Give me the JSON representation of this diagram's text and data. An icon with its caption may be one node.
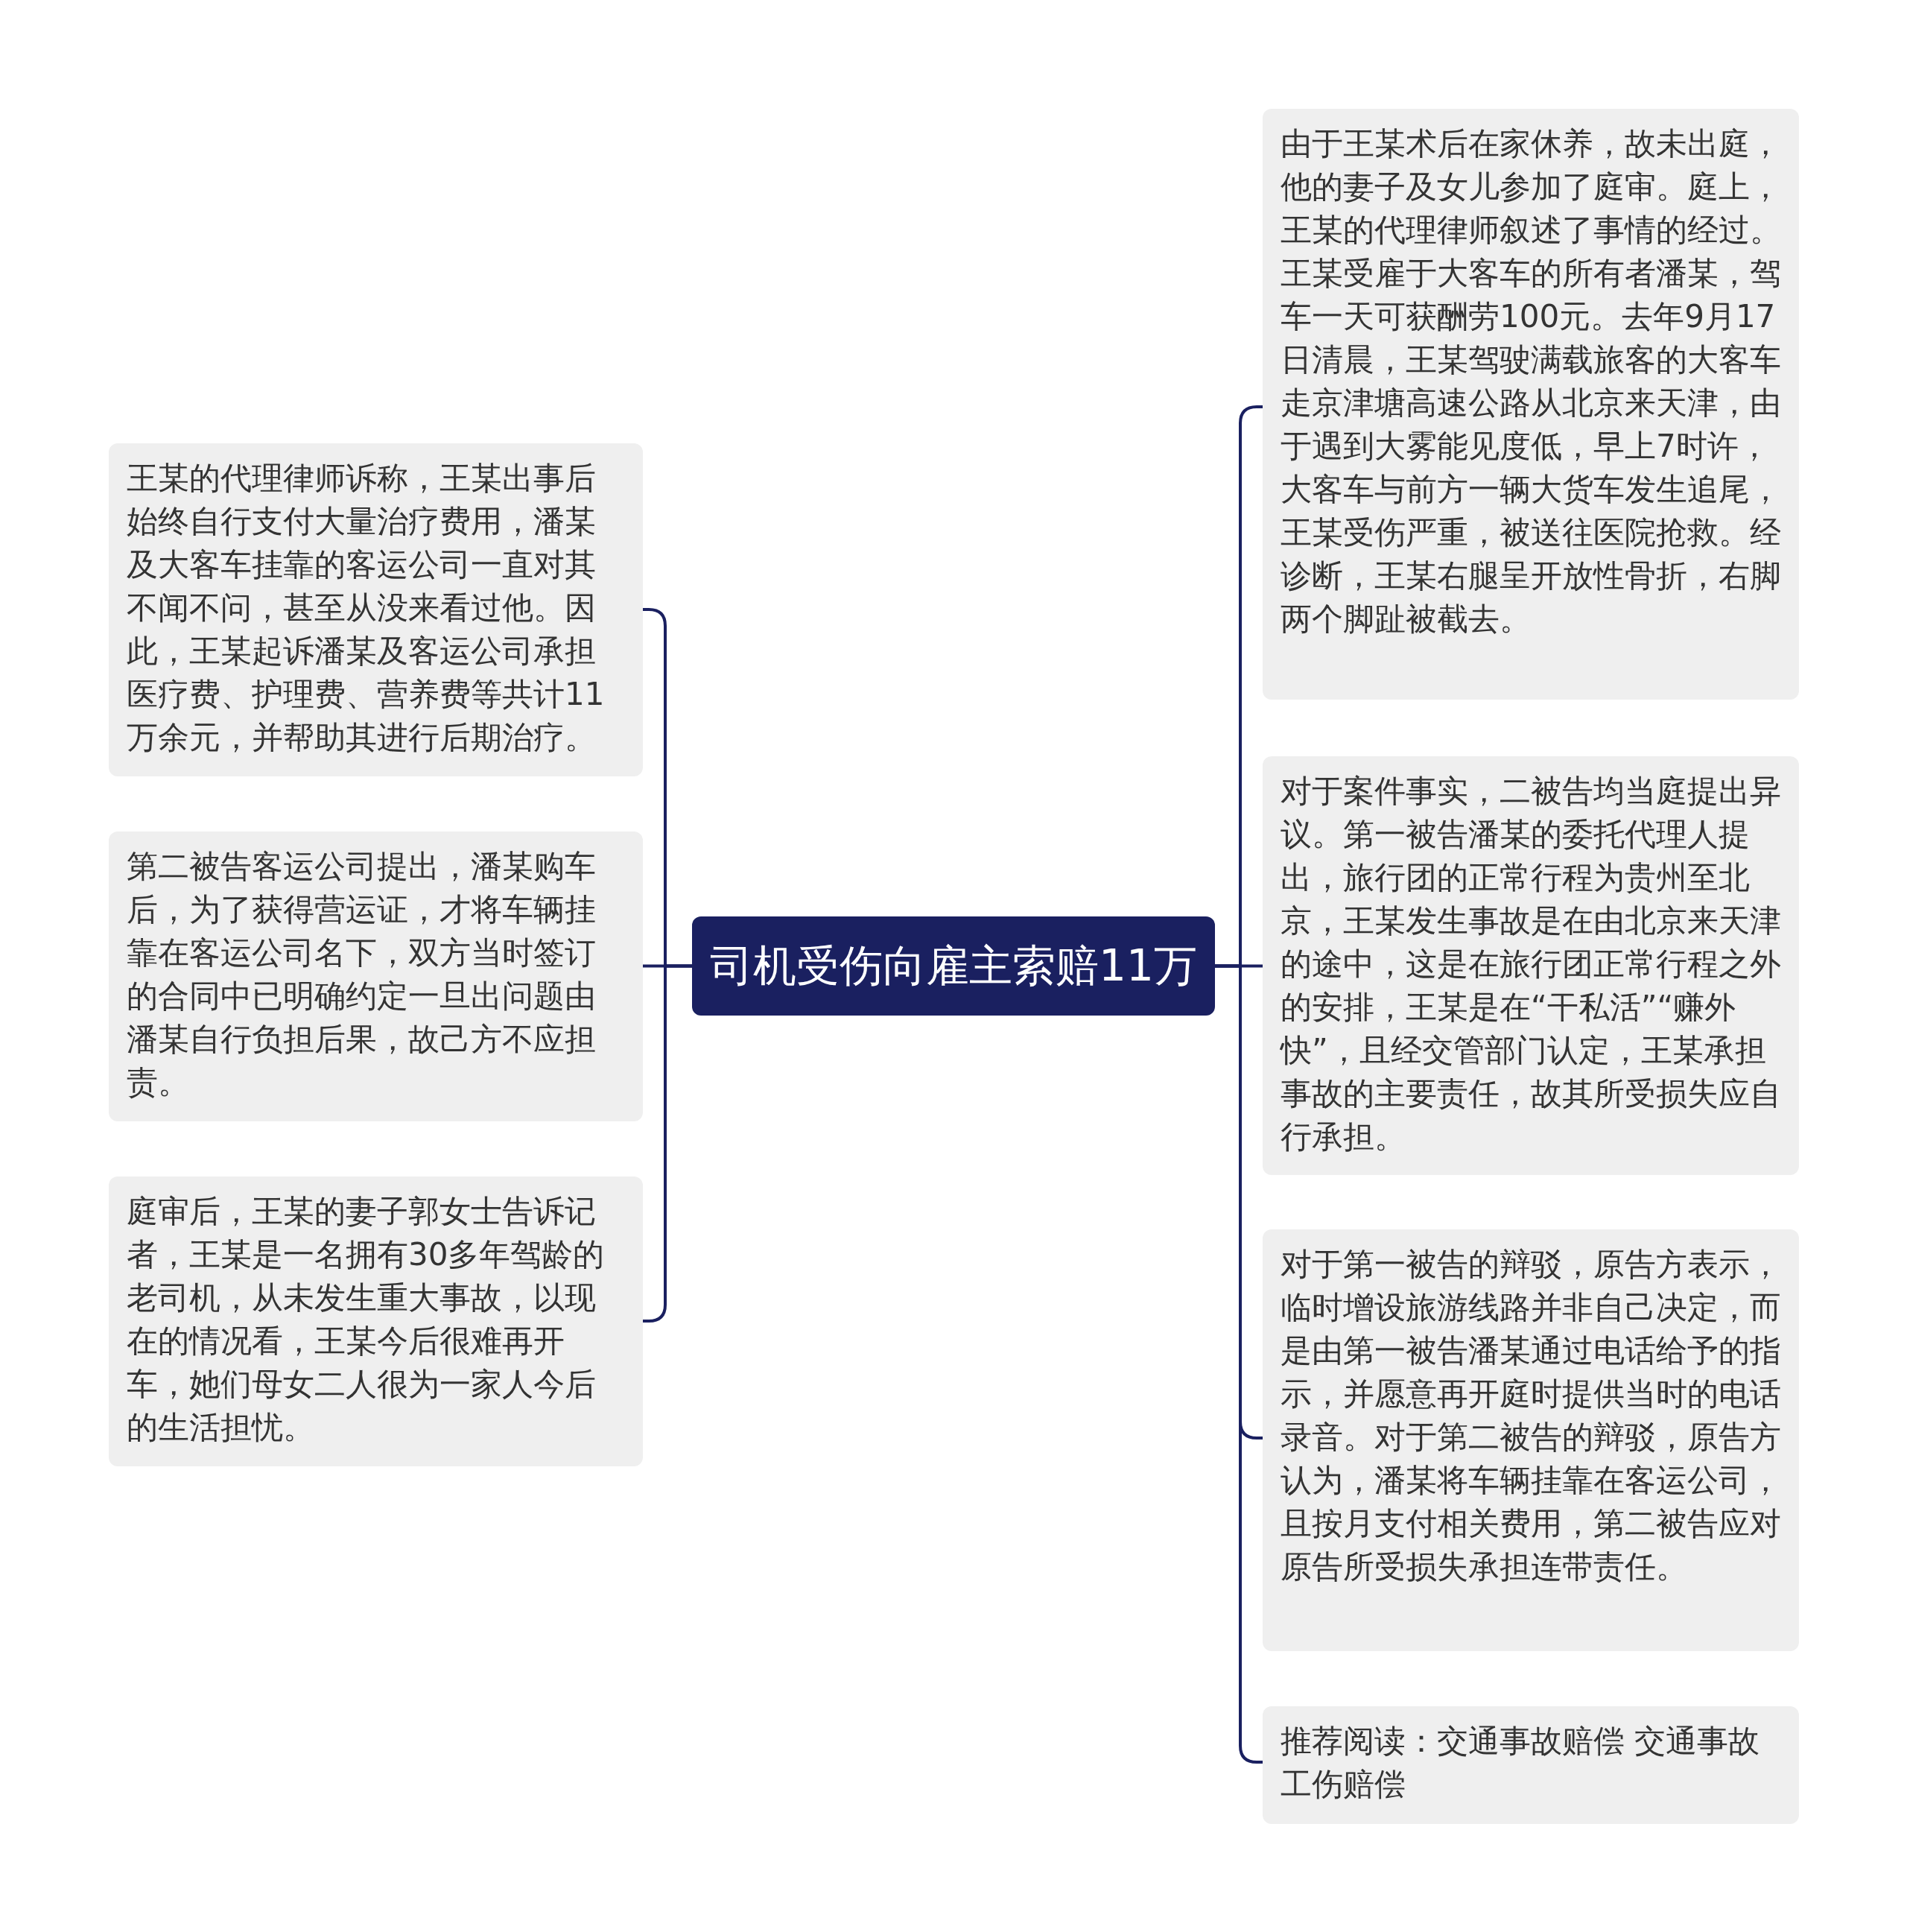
{
  "diagram": {
    "nodes": [
      {
        "text": [
          "司机受伤向雇主索赔11万"
        ]
      },
      {
        "text": [
          "王某的代理律师诉称，王某出事后始终自行支付大量治疗费用，潘某及大客车挂靠的客运公司一直对其不闻不问，甚至从没来看过他。因此，王某起诉潘某及客运公司承担医疗费、护理费、营养费等共计11万余元，并帮助其进行后期治疗。"
        ]
      },
      {
        "text": [
          "第二被告客运公司提出，潘某购车后，为了获得营运证，才将车辆挂靠在客运公司名下，双方当时签订的合同中已明确约定一旦出问题由潘某自行负担后果，故己方不应担责。"
        ]
      },
      {
        "text": [
          "庭审后，王某的妻子郭女士告诉记者，王某是一名拥有30多年驾龄的老司机，从未发生重大事故，以现在的情况看，王某今后很难再开车，她们母女二人很为一家人今后的生活担忧。"
        ]
      },
      {
        "text": [
          "由于王某术后在家休养，故未出庭，他的妻子及女儿参加了庭审。庭上，王某的代理律师叙述了事情的经过。王某受雇于大客车的所有者潘某，驾车一天可获酬劳100元。去年9月17日清晨，王某驾驶满载旅客的大客车走京津塘高速公路从北京来天津，由于遇到大雾能见度低，早上7时许，大客车与前方一辆大货车发生追尾，王某受伤严重，被送往医院抢救。经诊断，王某右腿呈开放性骨折，右脚两个脚趾被截去。"
        ]
      },
      {
        "text": [
          "对于案件事实，二被告均当庭提出异议。第一被告潘某的委托代理人提出，旅行团的正常行程为贵州至北京，王某发生事故是在由北京来天津的途中，这是在旅行团正常行程之外的安排，王某是在“干私活”“赚外快”，且经交管部门认定，王某承担事故的主要责任，故其所受损失应自行承担。"
        ]
      },
      {
        "text": [
          "对于第一被告的辩驳，原告方表示，临时增设旅游线路并非自己决定，而是由第一被告潘某通过电话给予的指示，并愿意再开庭时提供当时的电话录音。对于第二被告的辩驳，原告方认为，潘某将车辆挂靠在客运公司，且按月支付相关费用，第二被告应对原告所受损失承担连带责任。"
        ]
      },
      {
        "text": [
          "推荐阅读：交通事故赔偿 交通事故工伤赔偿"
        ]
      }
    ],
    "edges": [
      {
        "from": 0,
        "to": 1,
        "arrow": "none"
      },
      {
        "from": 0,
        "to": 2,
        "arrow": "none"
      },
      {
        "from": 0,
        "to": 3,
        "arrow": "none"
      },
      {
        "from": 0,
        "to": 4,
        "arrow": "none"
      },
      {
        "from": 0,
        "to": 5,
        "arrow": "none"
      },
      {
        "from": 0,
        "to": 6,
        "arrow": "none"
      },
      {
        "from": 0,
        "to": 7,
        "arrow": "none"
      }
    ]
  }
}
